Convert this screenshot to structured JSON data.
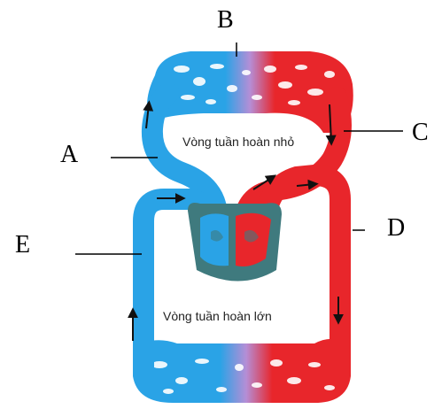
{
  "labels": {
    "A": "A",
    "B": "B",
    "C": "C",
    "D": "D",
    "E": "E"
  },
  "circulation": {
    "pulmonary": "Vòng tuần hoàn nhỏ",
    "systemic": "Vòng tuần hoàn lớn"
  },
  "colors": {
    "deoxygenated": "#2aa3e6",
    "oxygenated": "#e8262b",
    "heart": "#3f7a7e",
    "mixed": "#b58ed6",
    "leader_line": "#000000",
    "arrow": "#111111"
  }
}
